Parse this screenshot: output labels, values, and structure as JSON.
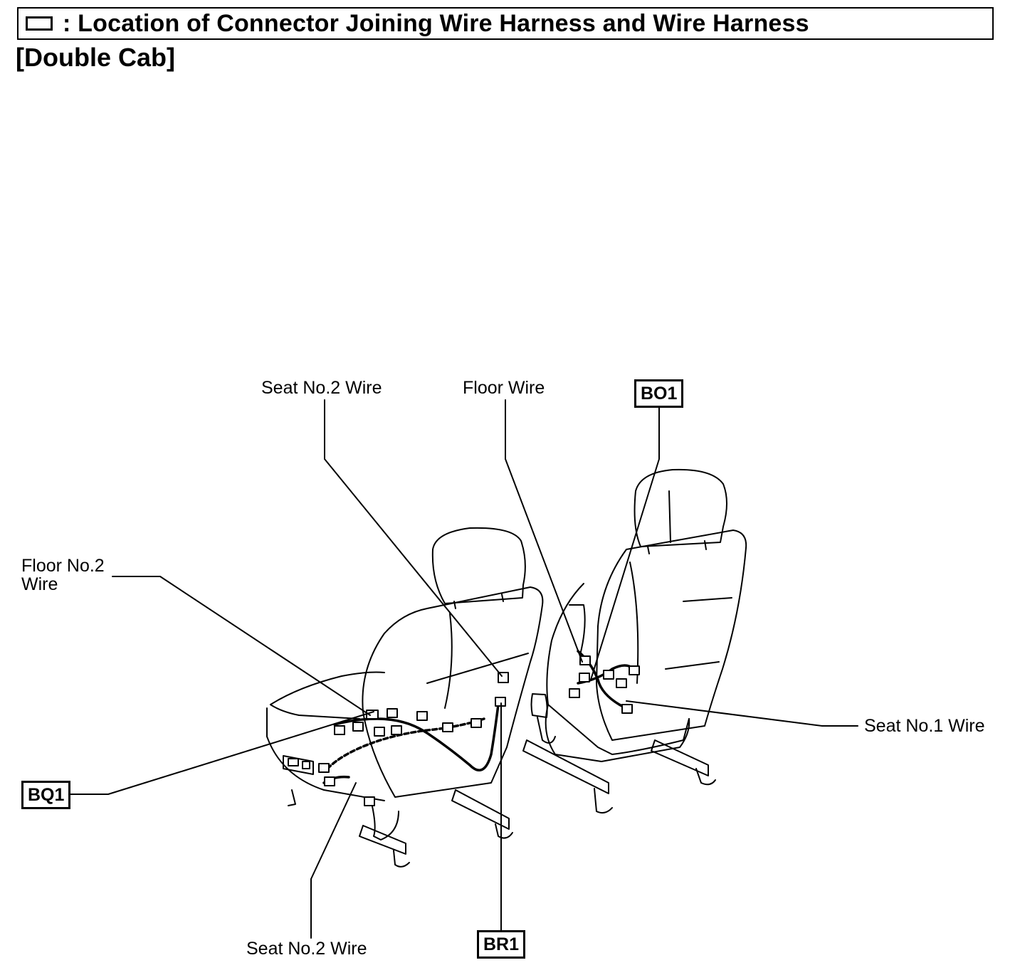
{
  "header": {
    "title": ": Location of Connector Joining Wire Harness and Wire Harness",
    "legend_icon": "connector-box-icon"
  },
  "subtitle": "[Double Cab]",
  "labels": {
    "seat_no2_wire_top": "Seat No.2 Wire",
    "floor_wire": "Floor Wire",
    "floor_no2_wire_line1": "Floor No.2",
    "floor_no2_wire_line2": "Wire",
    "seat_no1_wire": "Seat No.1 Wire",
    "seat_no2_wire_bottom": "Seat No.2 Wire"
  },
  "connectors": {
    "bo1": "BO1",
    "bq1": "BQ1",
    "br1": "BR1"
  }
}
